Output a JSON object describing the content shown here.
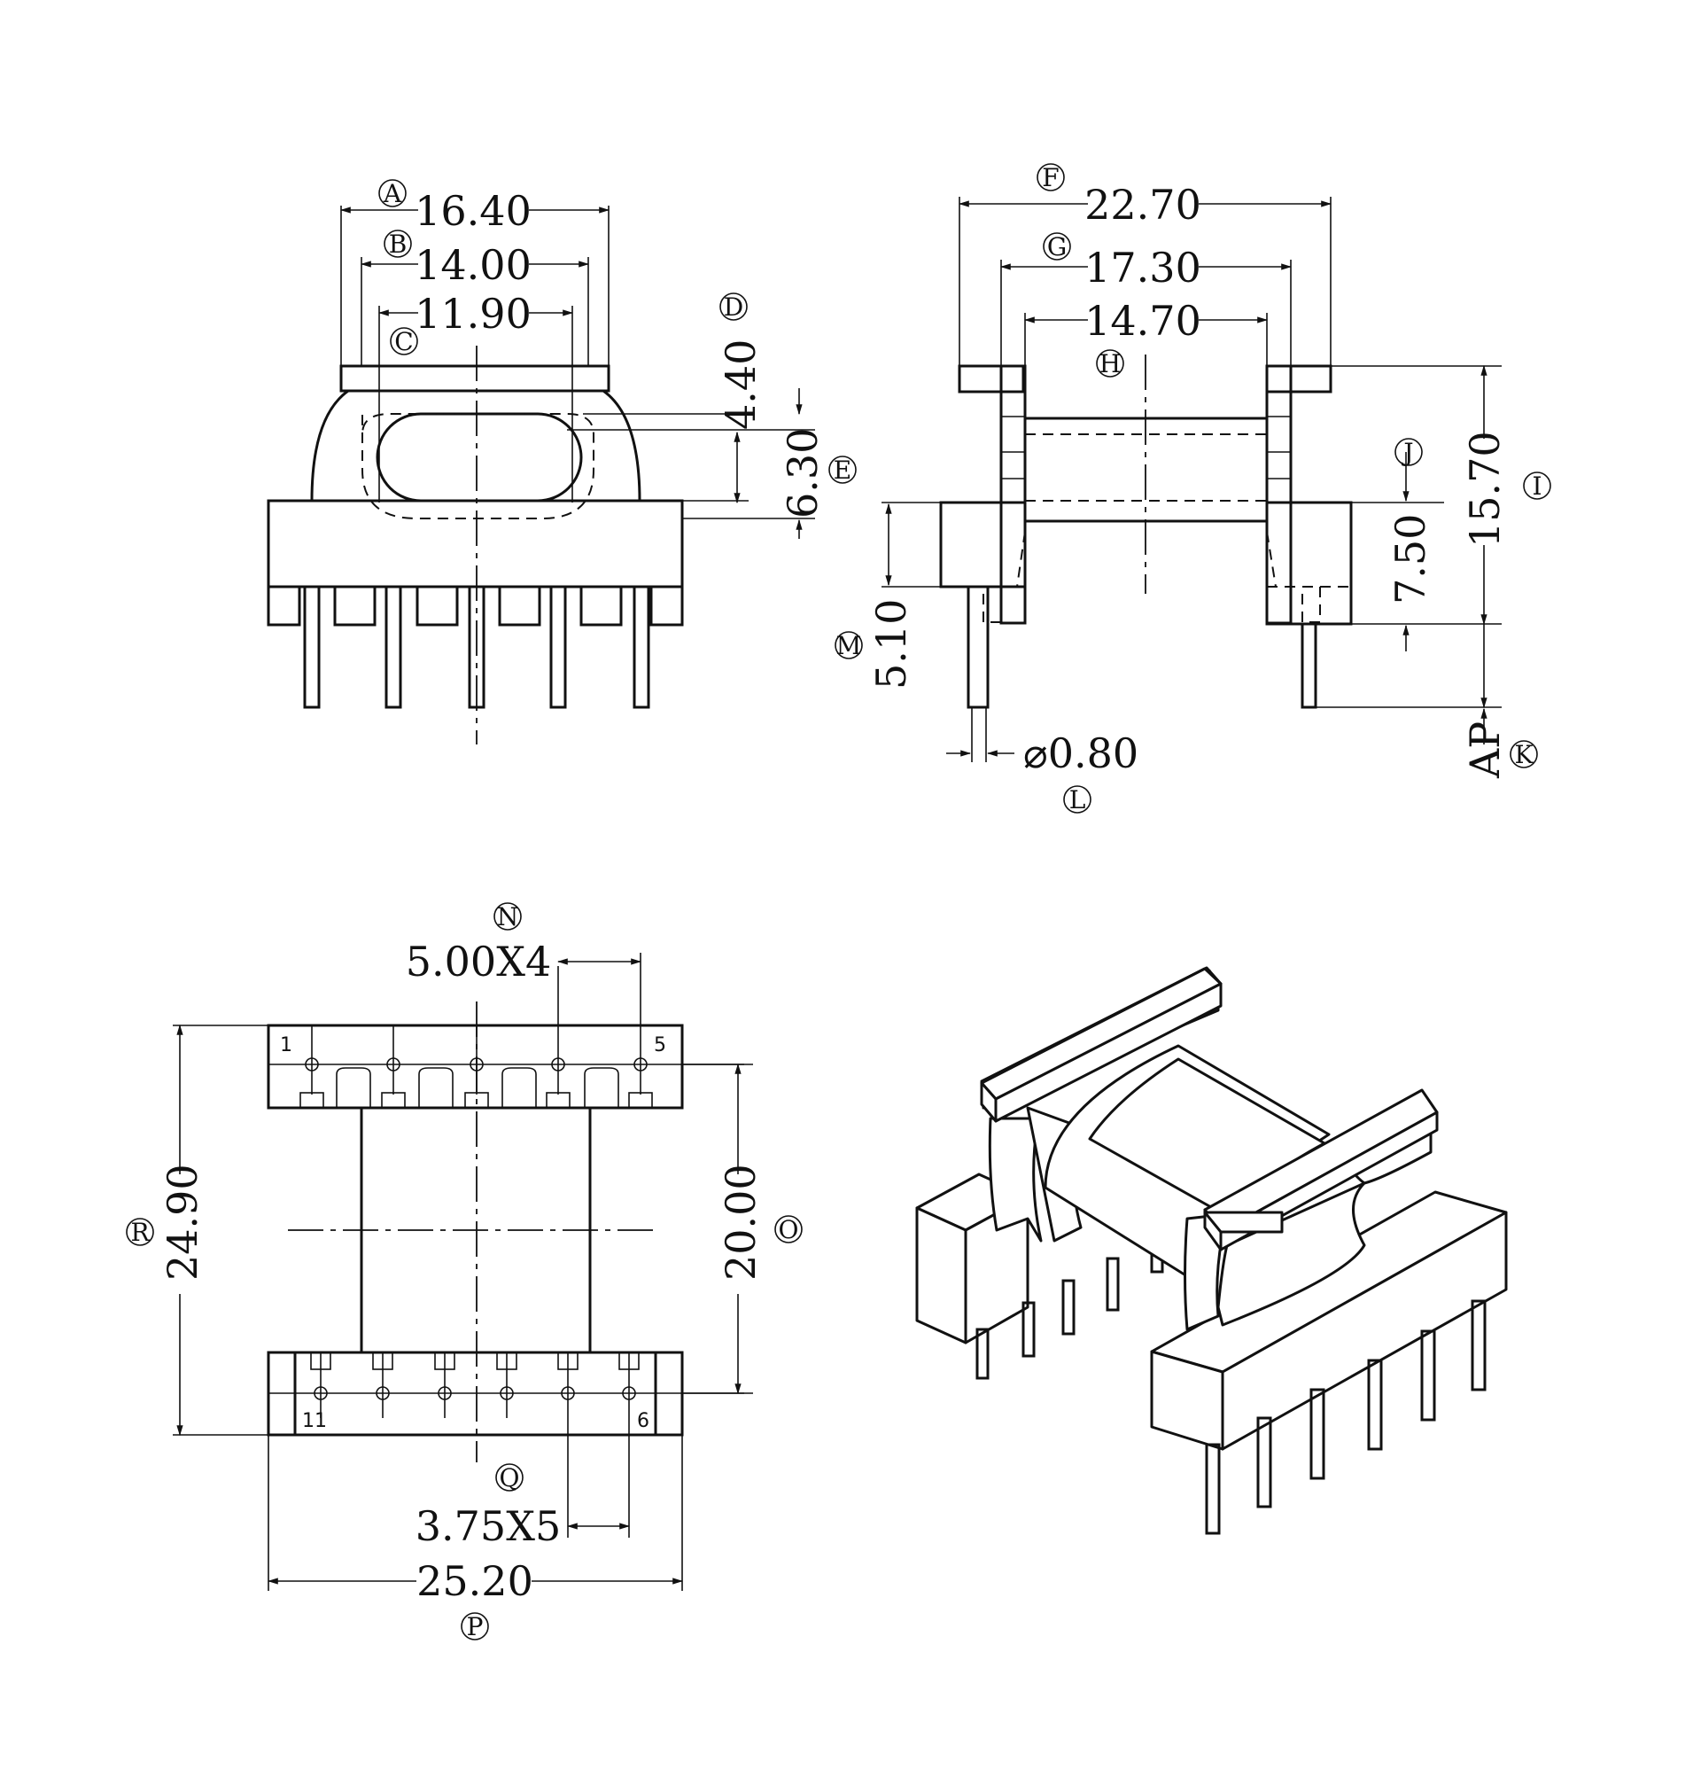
{
  "front_view": {
    "dims": {
      "A": "16.40",
      "B": "14.00",
      "C": "11.90",
      "D": "4.40",
      "E": "6.30"
    },
    "labels": {
      "A": "A",
      "B": "B",
      "C": "C",
      "D": "D",
      "E": "E"
    }
  },
  "side_view": {
    "dims": {
      "F": "22.70",
      "G": "17.30",
      "H": "14.70",
      "I": "15.70",
      "J": "7.50",
      "K": "AP",
      "L": "⌀0.80",
      "M": "5.10"
    },
    "labels": {
      "F": "F",
      "G": "G",
      "H": "H",
      "I": "I",
      "J": "J",
      "K": "K",
      "L": "L",
      "M": "M"
    }
  },
  "bottom_view": {
    "dims": {
      "N": "5.00X4",
      "O": "20.00",
      "P": "25.20",
      "Q": "3.75X5",
      "R": "24.90"
    },
    "labels": {
      "N": "N",
      "O": "O",
      "P": "P",
      "Q": "Q",
      "R": "R"
    },
    "pin_numbers": {
      "top_left": "1",
      "top_right": "5",
      "bottom_left": "11",
      "bottom_right": "6"
    }
  }
}
